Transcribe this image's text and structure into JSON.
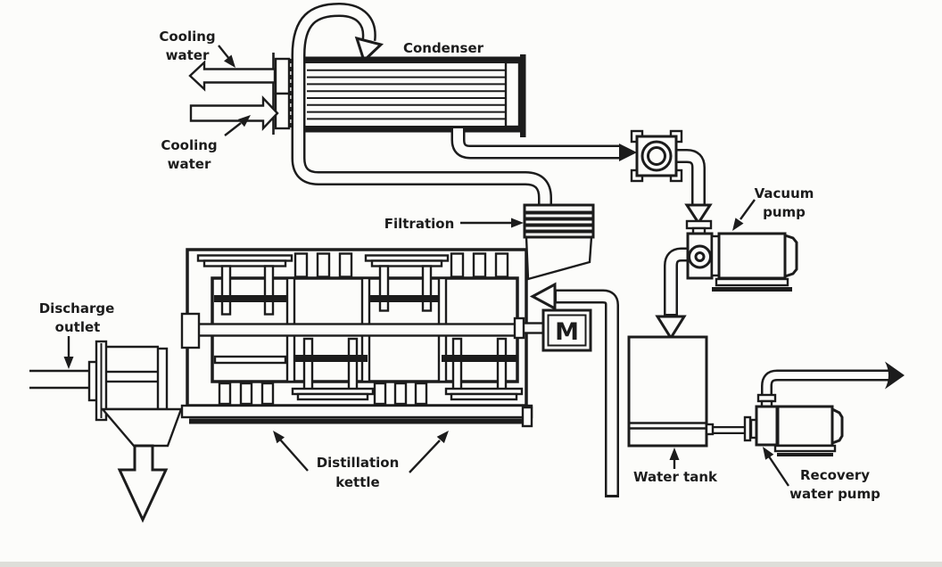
{
  "diagram": {
    "title": "",
    "type": "process-flow-diagram",
    "colors": {
      "ink": "#1c1c1c",
      "background": "#fcfcfa",
      "bottom_edge": "#deded9"
    }
  },
  "labels": {
    "cooling_water_out": [
      "Cooling",
      "water"
    ],
    "cooling_water_in": [
      "Cooling",
      "water"
    ],
    "condenser": "Condenser",
    "filtration": "Filtration",
    "vacuum_pump": [
      "Vacuum",
      "pump"
    ],
    "discharge_outlet": [
      "Discharge",
      "outlet"
    ],
    "distillation_kettle": [
      "Distillation",
      "kettle"
    ],
    "water_tank": "Water tank",
    "recovery_water_pump": [
      "Recovery",
      "water pump"
    ],
    "motor": "M"
  }
}
